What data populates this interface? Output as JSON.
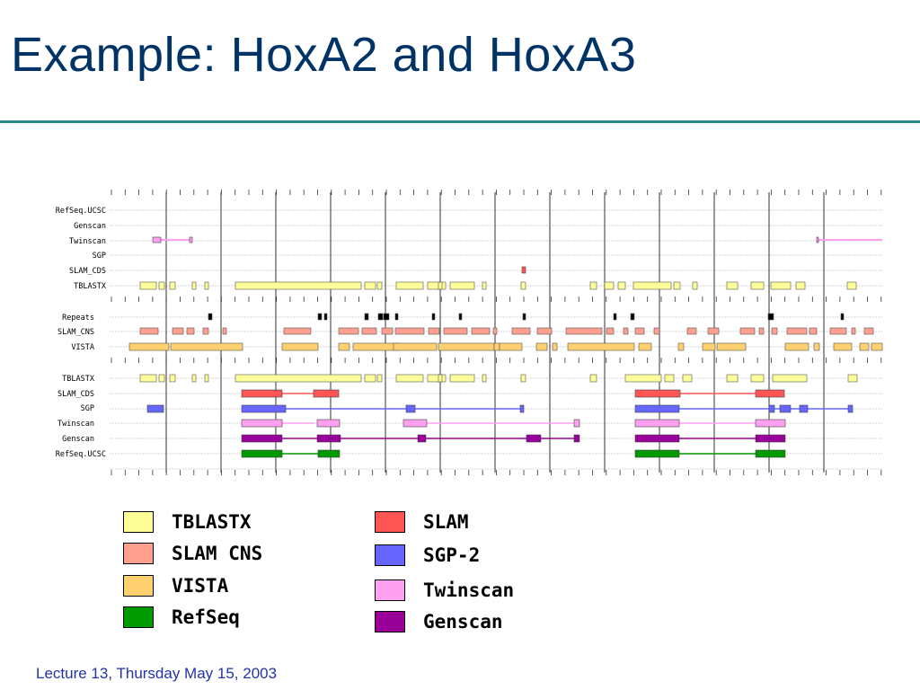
{
  "title": "Example: HoxA2 and HoxA3",
  "footer": "Lecture 13, Thursday May 15, 2003",
  "track_labels": {
    "top": [
      "RefSeq.UCSC",
      "Genscan",
      "Twinscan",
      "SGP",
      "SLAM_CDS",
      "TBLASTX"
    ],
    "middle": [
      "Repeats",
      "SLAM_CNS",
      "VISTA"
    ],
    "bottom": [
      "TBLASTX",
      "SLAM_CDS",
      "SGP",
      "Twinscan",
      "Genscan",
      "RefSeq.UCSC"
    ]
  },
  "colors": {
    "tblastx": "#ffff99",
    "slam_cns": "#ff9f8f",
    "vista": "#ffd070",
    "refseq": "#009900",
    "slam": "#ff5555",
    "sgp2": "#6666ff",
    "twinscan": "#ffa0f0",
    "genscan": "#990099",
    "repeats": "#000000"
  },
  "legend": [
    {
      "label": "TBLASTX",
      "color": "#ffff99",
      "icon": "tblastx-swatch"
    },
    {
      "label": "SLAM CNS",
      "color": "#ff9f8f",
      "icon": "slam-cns-swatch"
    },
    {
      "label": "VISTA",
      "color": "#ffd070",
      "icon": "vista-swatch"
    },
    {
      "label": "RefSeq",
      "color": "#009900",
      "icon": "refseq-swatch"
    },
    {
      "label": "SLAM",
      "color": "#ff5555",
      "icon": "slam-swatch"
    },
    {
      "label": "SGP-2",
      "color": "#6666ff",
      "icon": "sgp2-swatch"
    },
    {
      "label": "Twinscan",
      "color": "#ffa0f0",
      "icon": "twinscan-swatch"
    },
    {
      "label": "Genscan",
      "color": "#990099",
      "icon": "genscan-swatch"
    }
  ]
}
